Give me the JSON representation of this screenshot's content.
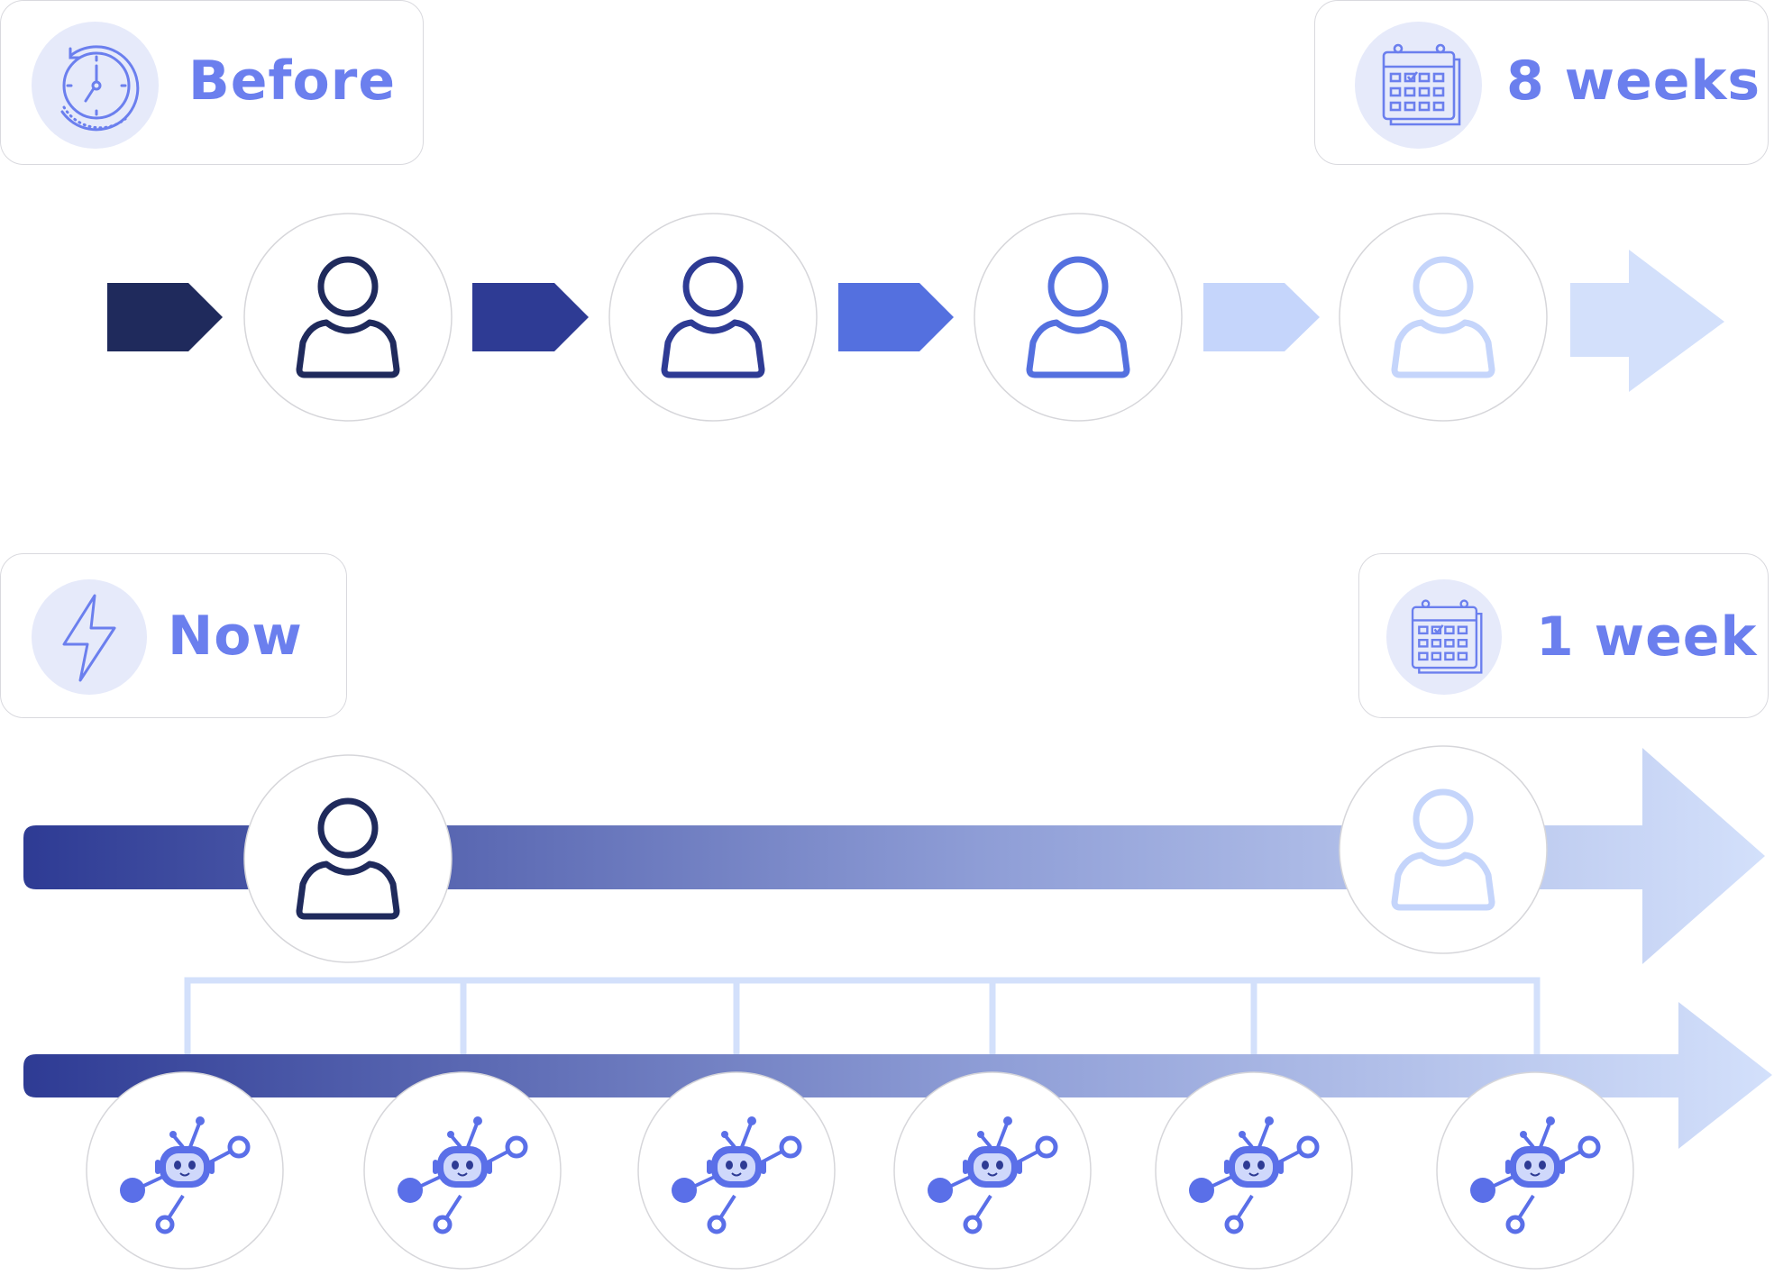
{
  "before": {
    "label": "Before",
    "duration": "8 weeks",
    "clock_icon": "clock-history-icon",
    "calendar_icon": "calendar-icon"
  },
  "now": {
    "label": "Now",
    "duration": "1 week",
    "bolt_icon": "lightning-icon",
    "calendar_icon": "calendar-icon"
  },
  "colors": {
    "accent": "#6b7fee",
    "step_1": "#1f2a5c",
    "step_2": "#2e3b94",
    "step_3": "#5470df",
    "step_4": "#c5d5fb",
    "arrow_light": "#d3e0fb",
    "badge_bg": "#e6eafa"
  },
  "before_flow": {
    "people": 4,
    "arrow_segments": 5,
    "person_icon": "person-icon"
  },
  "now_flow": {
    "people": 2,
    "agents": 6,
    "person_icon": "person-icon",
    "agent_icon": "ai-robot-icon"
  }
}
